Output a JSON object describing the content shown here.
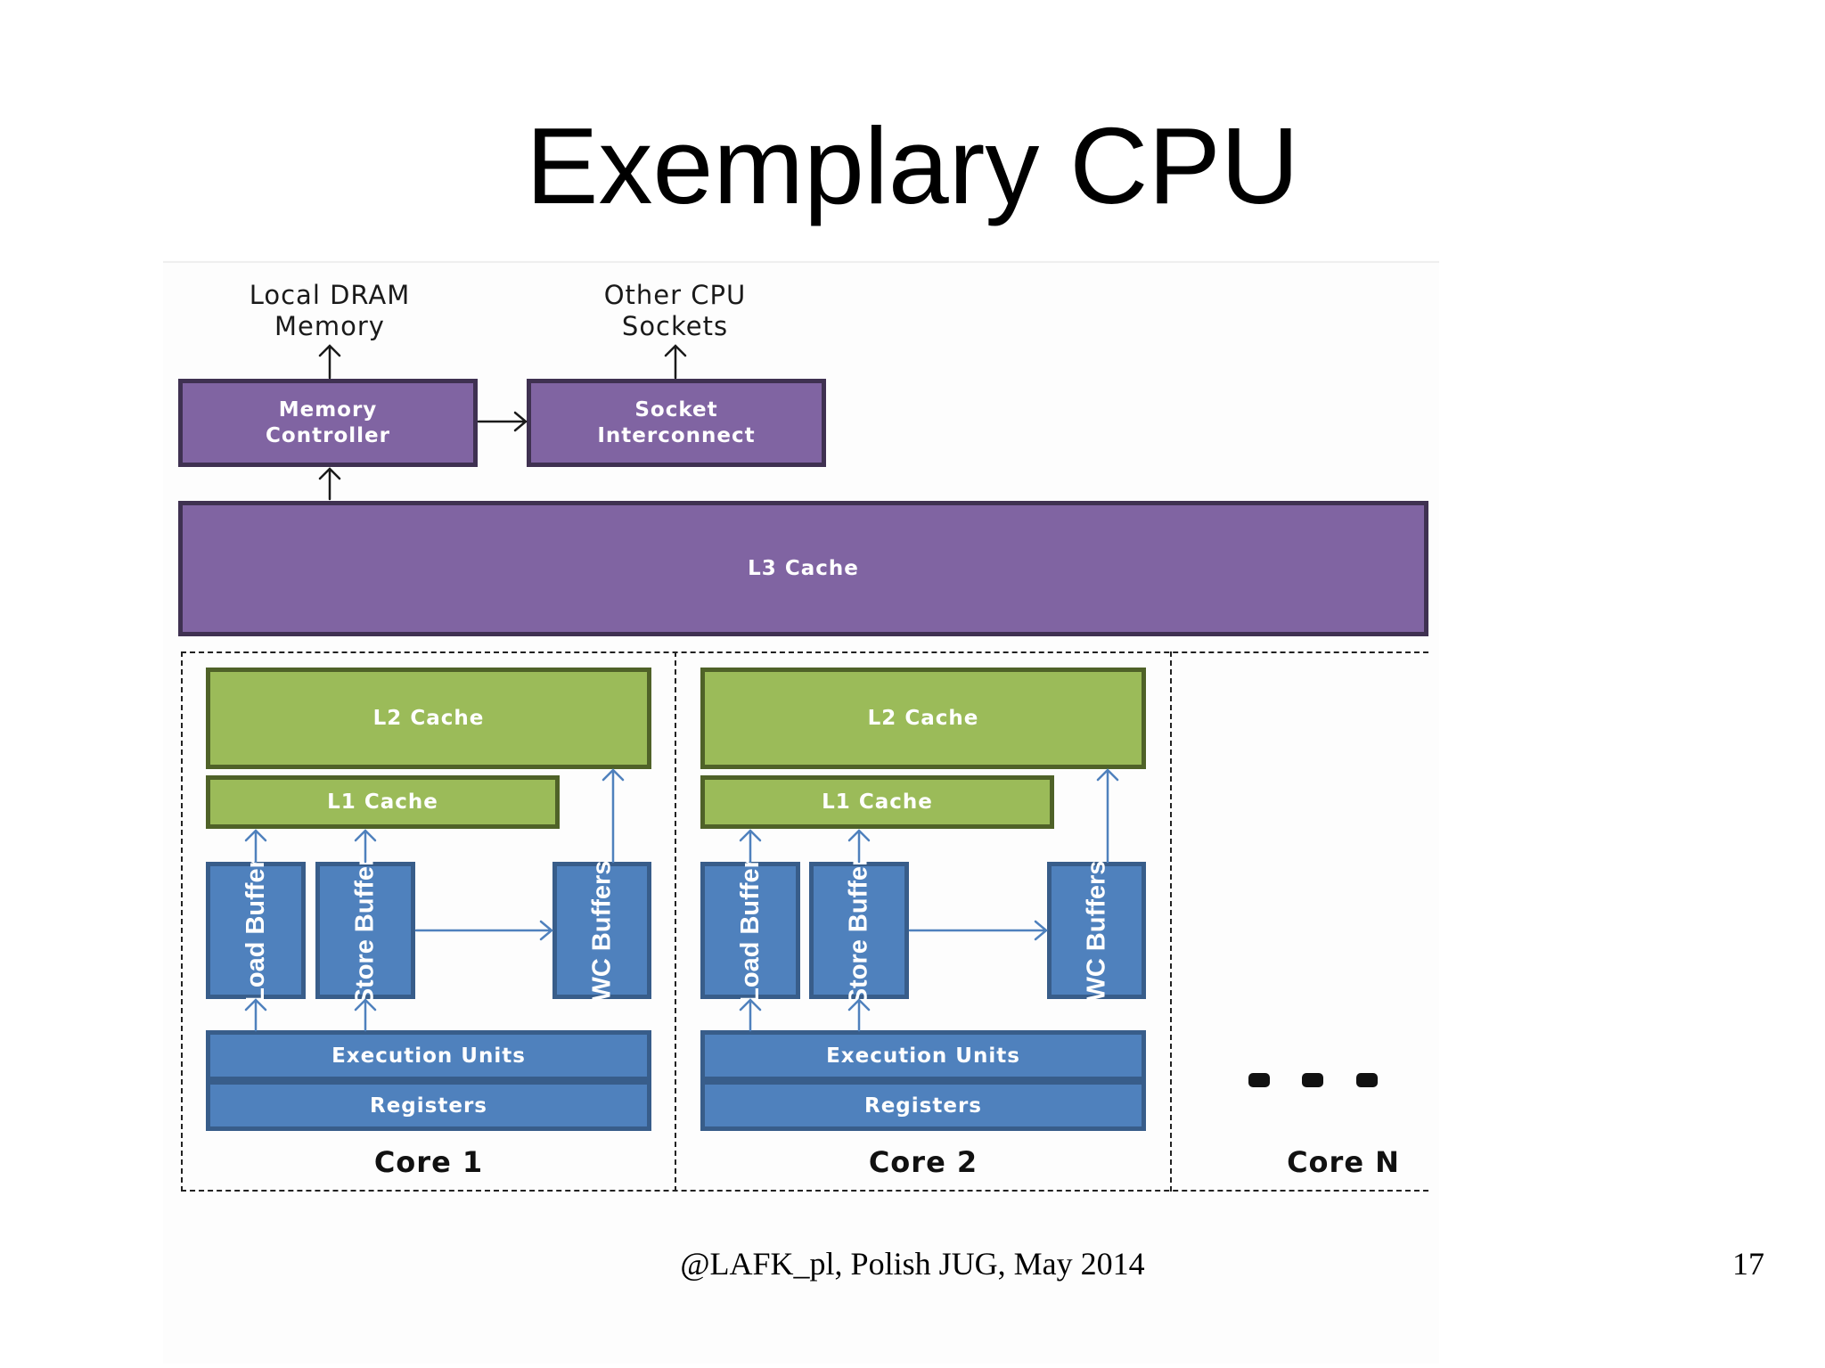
{
  "slide": {
    "title": "Exemplary CPU",
    "footer": "@LAFK_pl, Polish JUG, May 2014",
    "page_number": "17"
  },
  "diagram": {
    "external": {
      "local_dram": "Local DRAM\nMemory",
      "other_cpu": "Other CPU\nSockets"
    },
    "memory_controller": "Memory\nController",
    "socket_interconnect": "Socket\nInterconnect",
    "l3_cache": "L3 Cache",
    "cores": [
      {
        "name": "Core 1",
        "l2_cache": "L2 Cache",
        "l1_cache": "L1 Cache",
        "load_buffer": "Load Buffer",
        "store_buffer": "Store Buffer",
        "wc_buffers": "WC Buffers",
        "execution_units": "Execution Units",
        "registers": "Registers"
      },
      {
        "name": "Core 2",
        "l2_cache": "L2 Cache",
        "l1_cache": "L1 Cache",
        "load_buffer": "Load Buffer",
        "store_buffer": "Store Buffer",
        "wc_buffers": "WC Buffers",
        "execution_units": "Execution Units",
        "registers": "Registers"
      }
    ],
    "core_n": "Core N",
    "colors": {
      "uncore_fill": "#8064a2",
      "cache_fill": "#9bbb59",
      "core_unit_fill": "#4f81bd"
    }
  }
}
